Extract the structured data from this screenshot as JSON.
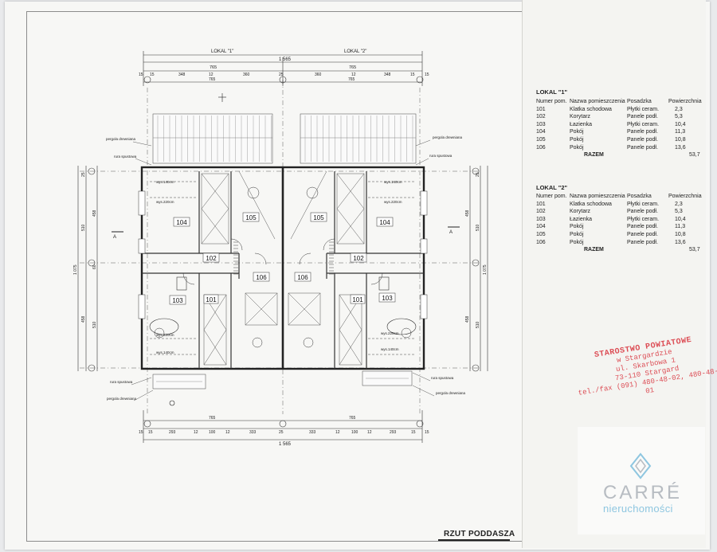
{
  "document": {
    "title": "RZUT PODDASZA",
    "unit_labels": {
      "lokal_1": "LOKAL \"1\"",
      "lokal_2": "LOKAL \"2\""
    }
  },
  "dimensions": {
    "top_total": "1 565",
    "top_halves": [
      "765",
      "765"
    ],
    "top_row": [
      "15",
      "15",
      "348",
      "12",
      "360",
      "25",
      "360",
      "12",
      "348",
      "15",
      "15"
    ],
    "bottom_total": "1 565",
    "bottom_halves": [
      "765",
      "765"
    ],
    "bottom_row": [
      "15",
      "15",
      "293",
      "12",
      "100",
      "12",
      "333",
      "25",
      "333",
      "12",
      "100",
      "12",
      "293",
      "15",
      "15"
    ],
    "left_total": "1 075",
    "right_total": "1 075",
    "left_parts": [
      "25",
      "510",
      "458",
      "60",
      "458",
      "510"
    ],
    "right_parts": [
      "25",
      "510",
      "458",
      "458",
      "510"
    ]
  },
  "plan_labels": {
    "rooms": [
      "104",
      "105",
      "105",
      "104",
      "102",
      "102",
      "106",
      "106",
      "101",
      "101",
      "103",
      "103"
    ],
    "notes": {
      "pergola": "pergola drewniana",
      "rura": "rura spustowa",
      "wys140": "wys.140cm",
      "wys220": "wys.220cm",
      "section": "A"
    }
  },
  "tables": [
    {
      "title": "LOKAL \"1\"",
      "headers": [
        "Numer pom.",
        "Nazwa pomieszczenia",
        "Posadzka",
        "Powierzchnia"
      ],
      "rows": [
        [
          "101",
          "Klatka schodowa",
          "Płytki ceram.",
          "2,3"
        ],
        [
          "102",
          "Korytarz",
          "Panele podł.",
          "5,3"
        ],
        [
          "103",
          "Łazienka",
          "Płytki ceram.",
          "10,4"
        ],
        [
          "104",
          "Pokój",
          "Panele podł.",
          "11,3"
        ],
        [
          "105",
          "Pokój",
          "Panele podł.",
          "10,8"
        ],
        [
          "106",
          "Pokój",
          "Panele podł.",
          "13,6"
        ]
      ],
      "total_label": "RAZEM",
      "total_value": "53,7"
    },
    {
      "title": "LOKAL \"2\"",
      "headers": [
        "Numer pom.",
        "Nazwa pomieszczenia",
        "Posadzka",
        "Powierzchnia"
      ],
      "rows": [
        [
          "101",
          "Klatka schodowa",
          "Płytki ceram.",
          "2,3"
        ],
        [
          "102",
          "Korytarz",
          "Panele podł.",
          "5,3"
        ],
        [
          "103",
          "Łazienka",
          "Płytki ceram.",
          "10,4"
        ],
        [
          "104",
          "Pokój",
          "Panele podł.",
          "11,3"
        ],
        [
          "105",
          "Pokój",
          "Panele podł.",
          "10,8"
        ],
        [
          "106",
          "Pokój",
          "Panele podł.",
          "13,6"
        ]
      ],
      "total_label": "RAZEM",
      "total_value": "53,7"
    }
  ],
  "stamp": {
    "lines": [
      "STAROSTWO POWIATOWE",
      "w Stargardzie",
      "ul. Skarbowa 1",
      "73-110 Stargard",
      "tel./fax (091) 480-48-02, 480-48-01"
    ],
    "color": "#d9353f"
  },
  "watermark": {
    "name": "CARRÉ",
    "subtitle": "nieruchomości",
    "icon": "diamond-logo-icon",
    "color": "#8ec6e0"
  }
}
